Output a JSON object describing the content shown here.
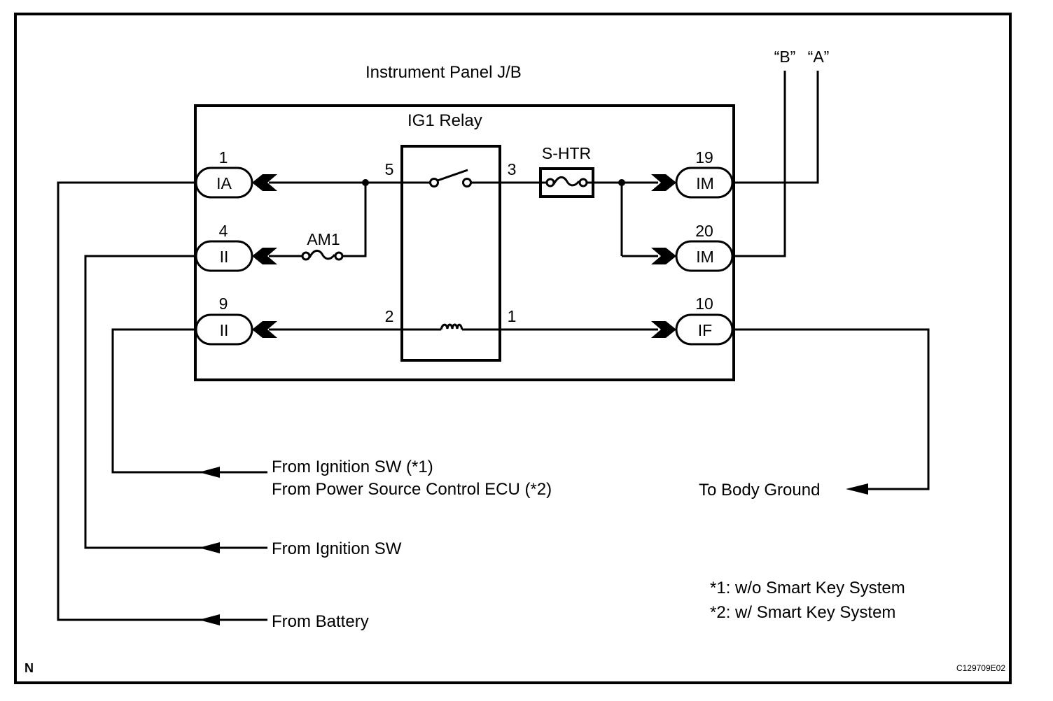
{
  "diagram": {
    "title": "Instrument Panel J/B",
    "relay_label": "IG1 Relay",
    "colors": {
      "line": "#000000",
      "background": "#ffffff"
    },
    "left_connectors": [
      {
        "pin": "1",
        "code": "IA"
      },
      {
        "pin": "4",
        "code": "II"
      },
      {
        "pin": "9",
        "code": "II"
      }
    ],
    "right_connectors": [
      {
        "pin": "19",
        "code": "IM"
      },
      {
        "pin": "20",
        "code": "IM"
      },
      {
        "pin": "10",
        "code": "IF"
      }
    ],
    "relay_terminals": {
      "t5": "5",
      "t3": "3",
      "t2": "2",
      "t1": "1"
    },
    "fuses": {
      "am1": "AM1",
      "shtr": "S-HTR"
    },
    "branch_labels": {
      "b": "“B”",
      "a": "“A”"
    },
    "sources": {
      "ignition_sw_1": "From Ignition SW (*1)",
      "power_source_ecu_2": "From Power Source Control ECU (*2)",
      "ignition_sw": "From Ignition SW",
      "battery": "From Battery",
      "body_ground": "To Body Ground"
    },
    "notes": [
      "*1: w/o Smart Key System",
      "*2: w/ Smart Key System"
    ],
    "corner_mark": "N",
    "figure_code": "C129709E02"
  }
}
